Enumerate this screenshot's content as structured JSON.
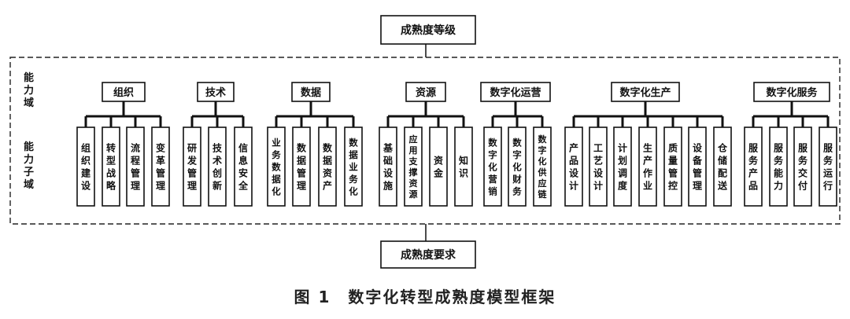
{
  "top_node": "成熟度等级",
  "bottom_node": "成熟度要求",
  "row_labels": {
    "domain": "能力域",
    "subdomain": "能力子域"
  },
  "domains": [
    {
      "name": "组织",
      "subdomains": [
        "组织建设",
        "转型战略",
        "流程管理",
        "变革管理"
      ]
    },
    {
      "name": "技术",
      "subdomains": [
        "研发管理",
        "技术创新",
        "信息安全"
      ]
    },
    {
      "name": "数据",
      "subdomains": [
        "业务数据化",
        "数据管理",
        "数据资产",
        "数据业务化"
      ]
    },
    {
      "name": "资源",
      "subdomains": [
        "基础设施",
        "应用支撑资源",
        "资金",
        "知识"
      ]
    },
    {
      "name": "数字化运营",
      "subdomains": [
        "数字化营销",
        "数字化财务",
        "数字化供应链"
      ]
    },
    {
      "name": "数字化生产",
      "subdomains": [
        "产品设计",
        "工艺设计",
        "计划调度",
        "生产作业",
        "质量管控",
        "设备管理",
        "仓储配送"
      ]
    },
    {
      "name": "数字化服务",
      "subdomains": [
        "服务产品",
        "服务能力",
        "服务交付",
        "服务运行"
      ]
    }
  ],
  "caption": "图 1　数字化转型成熟度模型框架"
}
